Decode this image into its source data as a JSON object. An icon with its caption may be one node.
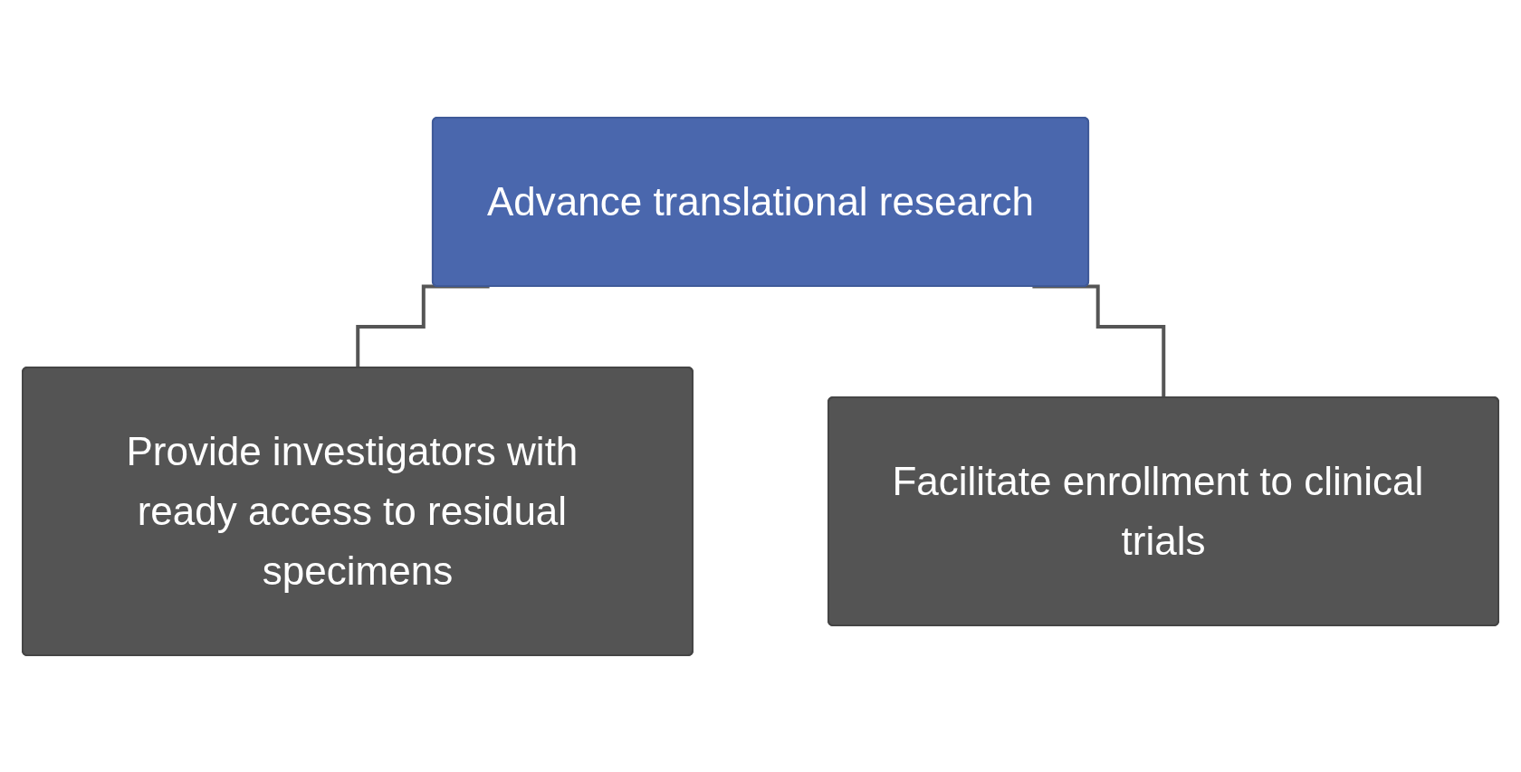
{
  "diagram": {
    "nodes": [
      {
        "text": [
          "Advance translational research"
        ]
      },
      {
        "text": [
          "Provide investigators with ready access to residual specimens"
        ]
      },
      {
        "text": [
          "Facilitate enrollment to clinical trials"
        ]
      }
    ],
    "edges": [
      {
        "from": 0,
        "to": 1,
        "arrow": "none"
      },
      {
        "from": 0,
        "to": 2,
        "arrow": "none"
      }
    ]
  }
}
